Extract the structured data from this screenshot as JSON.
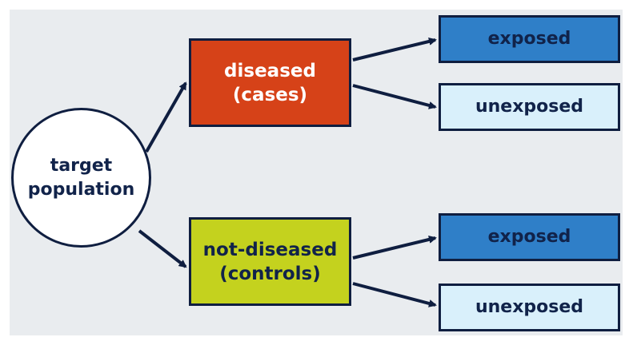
{
  "diagram": {
    "root": {
      "line1": "target",
      "line2": "population"
    },
    "cases": {
      "line1": "diseased",
      "line2": "(cases)"
    },
    "controls": {
      "line1": "not-diseased",
      "line2": "(controls)"
    },
    "outcomes": {
      "cases_exposed": "exposed",
      "cases_unexposed": "unexposed",
      "controls_exposed": "exposed",
      "controls_unexposed": "unexposed"
    }
  },
  "colors": {
    "panel_bg": "#e9ecef",
    "border": "#0f1e40",
    "cases": "#d64218",
    "controls": "#c4d21e",
    "exposed": "#2f7fc8",
    "unexposed": "#d9f0fb"
  }
}
